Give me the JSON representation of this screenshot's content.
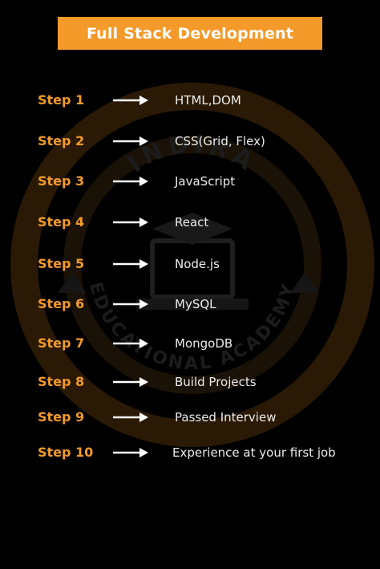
{
  "title": "Full Stack Development",
  "watermark": {
    "top_text": "INDIRA",
    "bottom_text": "EDUCATIONAL ACADEMY",
    "ring_color": "#f39a2a"
  },
  "colors": {
    "accent": "#f39a2a",
    "background": "#000000",
    "text": "#ececec"
  },
  "steps": [
    {
      "label": "Step 1",
      "text": "HTML,DOM"
    },
    {
      "label": "Step 2",
      "text": "CSS(Grid, Flex)"
    },
    {
      "label": "Step 3",
      "text": "JavaScript"
    },
    {
      "label": "Step 4",
      "text": "React"
    },
    {
      "label": "Step 5",
      "text": "Node.js"
    },
    {
      "label": "Step 6",
      "text": "MySQL"
    },
    {
      "label": "Step 7",
      "text": "MongoDB"
    },
    {
      "label": "Step 8",
      "text": "Build Projects"
    },
    {
      "label": "Step 9",
      "text": "Passed Interview"
    },
    {
      "label": "Step 10",
      "text": "Experience at your first job"
    }
  ]
}
